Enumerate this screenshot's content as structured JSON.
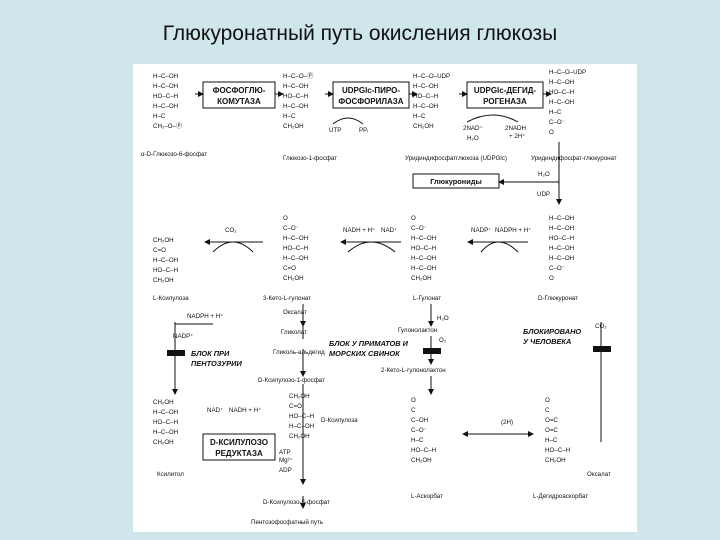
{
  "title": "Глюкуронатный путь окисления глюкозы",
  "structures": {
    "g6p": [
      "H–C–OH",
      "H–C–OH",
      "HO–C–H",
      "H–C–OH",
      "H–C",
      "CH₂–O–Ⓟ"
    ],
    "g1p": [
      "H–C–O–Ⓟ",
      "H–C–OH",
      "HO–C–H",
      "H–C–OH",
      "H–C",
      "CH₂OH"
    ],
    "udpg": [
      "H–C–O–UDP",
      "H–C–OH",
      "HO–C–H",
      "H–C–OH",
      "H–C",
      "CH₂OH"
    ],
    "udpgluc": [
      "H–C–O–UDP",
      "H–C–OH",
      "HO–C–H",
      "H–C–OH",
      "H–C",
      "C–O⁻",
      "O"
    ],
    "glucuronate": [
      "H–C–OH",
      "H–C–OH",
      "HO–C–H",
      "H–C–OH",
      "H–C–OH",
      "C–O⁻",
      "O"
    ],
    "gulonate": [
      "O",
      "C–O⁻",
      "H–C–OH",
      "HO–C–H",
      "H–C–OH",
      "H–C–OH",
      "CH₂OH"
    ],
    "ketogulonate": [
      "O",
      "C–O⁻",
      "H–C–OH",
      "HO–C–H",
      "H–C–OH",
      "C=O",
      "CH₂OH"
    ],
    "xylulose_l": [
      "CH₂OH",
      "C=O",
      "H–C–OH",
      "HO–C–H",
      "CH₂OH"
    ],
    "xylitol": [
      "CH₂OH",
      "H–C–OH",
      "HO–C–H",
      "H–C–OH",
      "CH₂OH"
    ],
    "xylulose_d": [
      "CH₂OH",
      "C=O",
      "HO–C–H",
      "H–C–OH",
      "CH₂OH"
    ],
    "ascorbate": [
      "O",
      "C",
      "C–OH",
      "C–O⁻",
      "H–C",
      "HO–C–H",
      "CH₂OH"
    ],
    "dehydroascorbate": [
      "O",
      "C",
      "O=C",
      "O=C",
      "H–C",
      "HO–C–H",
      "CH₂OH"
    ]
  },
  "labels": {
    "g6p": "α-D-Глюкозо-6-фосфат",
    "g1p": "Глюкозо-1-фосфат",
    "udpg": "Уридиндифосфатглюкоза (UDPGlc)",
    "udpgluc": "Уридиндифосфат-глюкуронат",
    "glucuronides": "Глюкурониды",
    "glucuronate": "D-Глюкуронат",
    "gulonate": "L-Гулонат",
    "ketogulonate": "3-Кето-L-гулонат",
    "xylulose_l": "L-Ксилулоза",
    "oxalate1": "Оксалат",
    "glycolate": "Гликолат",
    "glycolaldehyde": "Гликоль-альдегид",
    "xylulose1p": "D-Ксилулозо-1-фосфат",
    "gulonolactone": "Гулонолактон",
    "ketogulonolactone": "2-Кето-L-гулонолактон",
    "xylitol": "Ксилитол",
    "xylulose_d": "D-Ксилулоза",
    "xylulose5p": "D-Ксилулозо-5-фосфат",
    "ascorbate": "L-Аскорбат",
    "dehydroascorbate": "L-Дегидроаскорбат",
    "oxalate2": "Оксалат",
    "ppp": "Пентозофосфатный путь"
  },
  "enzymes": {
    "pgm": [
      "ФОСФОГЛЮ-",
      "КОМУТАЗА"
    ],
    "pyro": [
      "UDPGlc-ПИРО-",
      "ФОСФОРИЛАЗА"
    ],
    "dehyd": [
      "UDPGlc-ДЕГИД-",
      "РОГЕНАЗА"
    ],
    "xylred": [
      "D-КСИЛУЛОЗО",
      "РЕДУКТАЗА"
    ]
  },
  "blocks": {
    "pentosuria": [
      "БЛОК ПРИ",
      "ПЕНТОЗУРИИ"
    ],
    "primates": [
      "БЛОК У ПРИМАТОВ И",
      "МОРСКИХ СВИНОК"
    ],
    "human": [
      "БЛОКИРОВАНО",
      "У ЧЕЛОВЕКА"
    ]
  },
  "cofactors": {
    "utp": "UTP",
    "ppi": "PPᵢ",
    "nad2": "2NAD⁺",
    "nadh2": "2NADH",
    "h2": "+ 2H⁺",
    "h2o": "H₂O",
    "h2o_b": "H₂O",
    "udp": "UDP",
    "co2_a": "CO₂",
    "nadh_a": "NADH + H⁺",
    "nad_a": "NAD⁺",
    "nadp_b": "NADP⁺",
    "nadph_b": "NADPH + H⁺",
    "nadph_c": "NADPH + H⁺",
    "nadp_c": "NADP⁺",
    "h2o_c": "H₂O",
    "o2": "O₂",
    "co2_b": "CO₂",
    "nad_d": "NAD⁺",
    "nadh_d": "NADH + H⁺",
    "atp": "ATP",
    "mg": "Mg²⁺",
    "adp": "ADP",
    "twoh": "(2H)"
  }
}
